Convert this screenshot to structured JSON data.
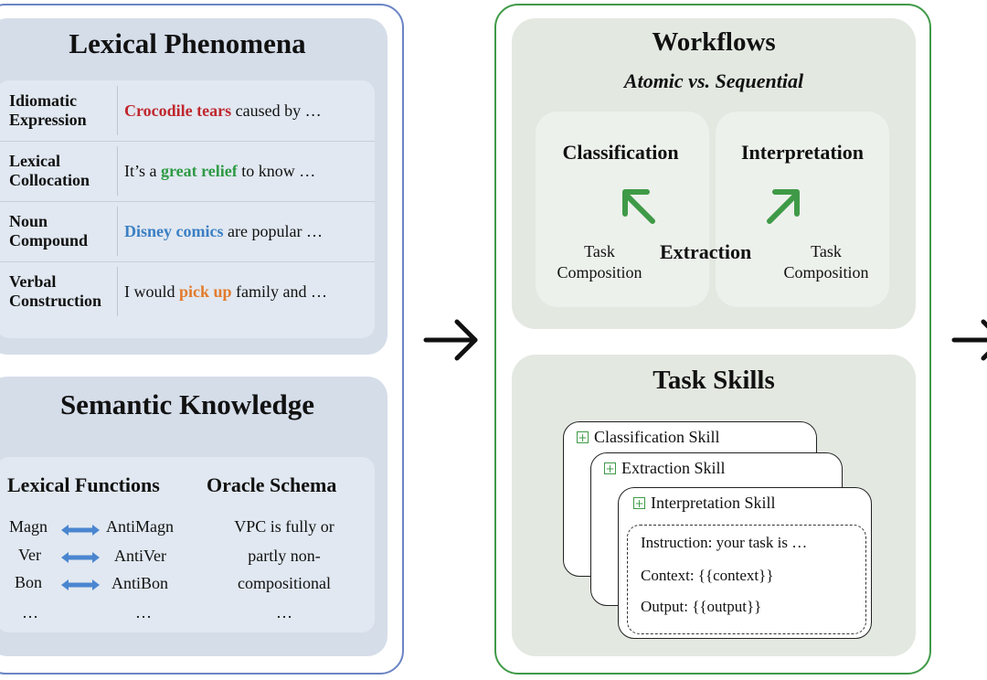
{
  "lexical_phenomena": {
    "title": "Lexical Phenomena",
    "rows": [
      {
        "label": "Idiomatic Expression",
        "highlight": "Crocodile tears",
        "rest": " caused by …",
        "prefix": "",
        "color": "#c0262d"
      },
      {
        "label": "Lexical Collocation",
        "prefix": "It’s a ",
        "highlight": "great relief",
        "rest": " to know …",
        "color": "#2f9a45"
      },
      {
        "label": "Noun Compound",
        "prefix": "",
        "highlight": "Disney comics",
        "rest": " are popular …",
        "color": "#3b7fc4"
      },
      {
        "label": "Verbal Construction",
        "prefix": "I would ",
        "highlight": "pick up",
        "rest": " family and …",
        "color": "#e37b2c"
      }
    ]
  },
  "semantic_knowledge": {
    "title": "Semantic Knowledge",
    "lexical_functions": {
      "header": "Lexical Functions",
      "pairs": [
        {
          "left": "Magn",
          "right": "AntiMagn"
        },
        {
          "left": "Ver",
          "right": "AntiVer"
        },
        {
          "left": "Bon",
          "right": "AntiBon"
        }
      ],
      "ellipsis_left": "…",
      "ellipsis_right": "…"
    },
    "oracle_schema": {
      "header": "Oracle Schema",
      "lines": [
        "VPC is fully or",
        "partly non-",
        "compositional"
      ],
      "ellipsis": "…"
    }
  },
  "workflows": {
    "title": "Workflows",
    "subtitle": "Atomic vs. Sequential",
    "classification": "Classification",
    "interpretation": "Interpretation",
    "extraction": "Extraction",
    "task_composition_1": "Task",
    "task_composition_2": "Composition"
  },
  "task_skills": {
    "title": "Task Skills",
    "skills": [
      "Classification Skill",
      "Extraction Skill",
      "Interpretation Skill"
    ],
    "template": {
      "instruction": "Instruction: your task is …",
      "context": "Context: {{context}}",
      "output": "Output: {{output}}"
    }
  },
  "colors": {
    "left_border": "#6b84c4",
    "mid_border": "#3f9a47",
    "arrow_blue": "#4a86d0",
    "arrow_green": "#3f9a47"
  }
}
